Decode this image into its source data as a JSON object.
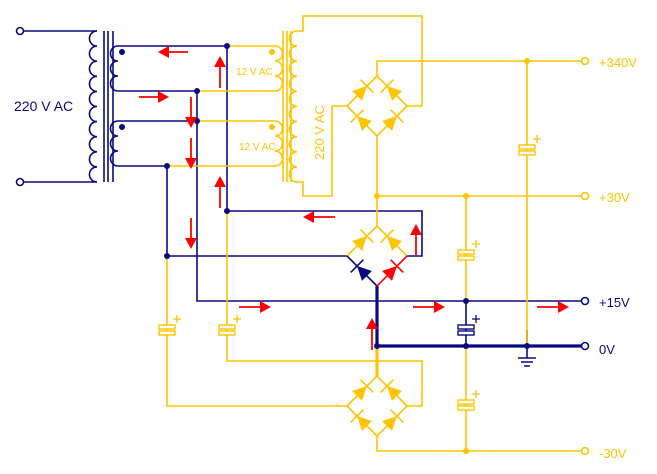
{
  "colors": {
    "navy": "#0a0a80",
    "yellow": "#ffc400",
    "red": "#ff0000"
  },
  "labels": {
    "primary": "220 V AC",
    "secondary_top": "12 V AC",
    "secondary_bottom": "12 V AC",
    "step_up": "220 V AC"
  },
  "outputs": [
    {
      "label": "+340V",
      "color": "yellow"
    },
    {
      "label": "+30V",
      "color": "yellow"
    },
    {
      "label": "+15V",
      "color": "navy"
    },
    {
      "label": "0V",
      "color": "navy"
    },
    {
      "label": "-30V",
      "color": "yellow"
    }
  ]
}
